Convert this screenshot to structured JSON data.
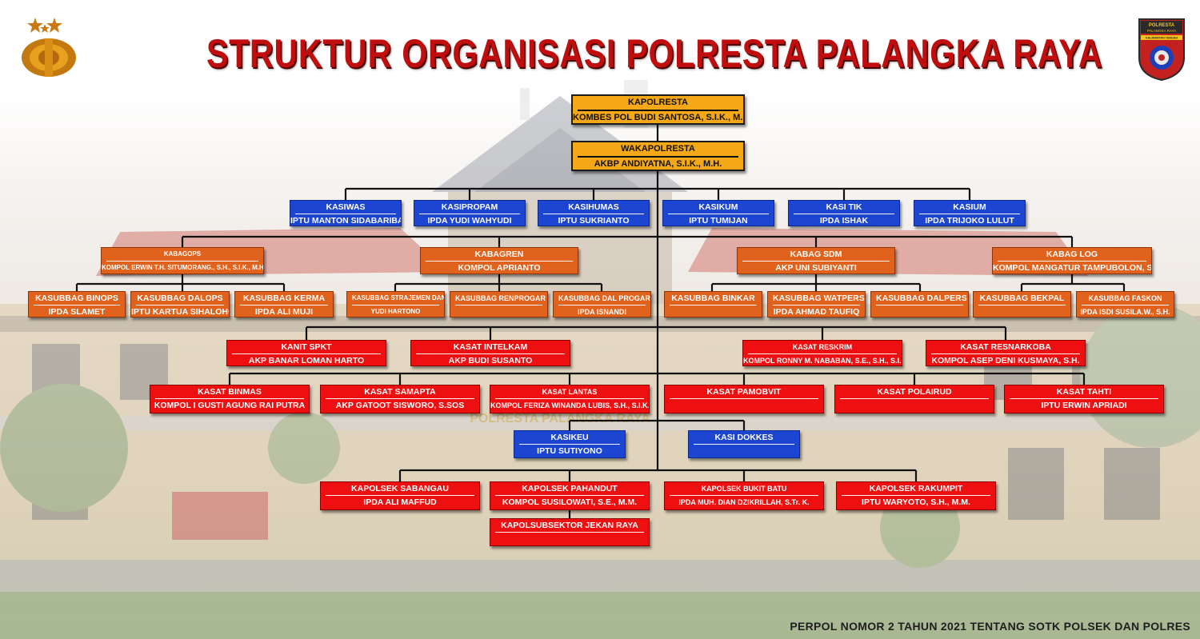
{
  "title": "STRUKTUR ORGANISASI POLRESTA PALANGKA RAYA",
  "footer": "PERPOL NOMOR 2 TAHUN 2021 TENTANG SOTK POLSEK DAN POLRES",
  "badge_text": {
    "top": "POLRESTA",
    "mid": "PALANGKA RAYA",
    "bottom": "KALIMANTAN TENGAH"
  },
  "background_text": "POLRESTA PALANGKA RAYA",
  "colors": {
    "title": "#c00d0d",
    "blue": "#1c45d1",
    "orange": "#e0621c",
    "red": "#ee1010",
    "gold": "#f4a818",
    "line": "#111111"
  },
  "nodes": {
    "kapolresta": {
      "role": "KAPOLRESTA",
      "name": "KOMBES POL BUDI SANTOSA, S.I.K., M.H."
    },
    "wakapolresta": {
      "role": "WAKAPOLRESTA",
      "name": "AKBP ANDIYATNA, S.I.K., M.H."
    },
    "kasiwas": {
      "role": "KASIWAS",
      "name": "IPTU MANTON SIDABARIBA"
    },
    "kasipropam": {
      "role": "KASIPROPAM",
      "name": "IPDA YUDI WAHYUDI"
    },
    "kasihumas": {
      "role": "KASIHUMAS",
      "name": "IPTU SUKRIANTO"
    },
    "kasikum": {
      "role": "KASIKUM",
      "name": "IPTU TUMIJAN"
    },
    "kasitik": {
      "role": "KASI TIK",
      "name": "IPDA ISHAK"
    },
    "kasium": {
      "role": "KASIUM",
      "name": "IPDA TRIJOKO LULUT"
    },
    "kabagops": {
      "role": "KABAGOPS",
      "name": "KOMPOL ERWIN T.H. SITUMORANG., S.H., S.I.K., M.H."
    },
    "kabagren": {
      "role": "KABAGREN",
      "name": "KOMPOL APRIANTO"
    },
    "kabagsdm": {
      "role": "KABAG SDM",
      "name": "AKP UNI SUBIYANTI"
    },
    "kabaglog": {
      "role": "KABAG LOG",
      "name": "KOMPOL MANGATUR TAMPUBOLON, S.H."
    },
    "binops": {
      "role": "KASUBBAG BINOPS",
      "name": "IPDA SLAMET"
    },
    "dalops": {
      "role": "KASUBBAG DALOPS",
      "name": "IPTU KARTUA SIHALOHO"
    },
    "kerma": {
      "role": "KASUBBAG KERMA",
      "name": "IPDA ALI MUJI"
    },
    "strajemen": {
      "role": "KASUBBAG STRAJEMEN DAN RB",
      "name": "YUDI HARTONO"
    },
    "renprogar": {
      "role": "KASUBBAG RENPROGAR",
      "name": ""
    },
    "dalprogar": {
      "role": "KASUBBAG DAL PROGAR",
      "name": "IPDA ISNANDI"
    },
    "binkar": {
      "role": "KASUBBAG BINKAR",
      "name": ""
    },
    "watpers": {
      "role": "KASUBBAG WATPERS",
      "name": "IPDA AHMAD TAUFIQ"
    },
    "dalpers": {
      "role": "KASUBBAG DALPERS",
      "name": ""
    },
    "bekpal": {
      "role": "KASUBBAG BEKPAL",
      "name": ""
    },
    "faskon": {
      "role": "KASUBBAG FASKON",
      "name": "IPDA ISDI SUSILA.W., S.H."
    },
    "spkt": {
      "role": "KANIT SPKT",
      "name": "AKP BANAR LOMAN HARTO"
    },
    "intelkam": {
      "role": "KASAT INTELKAM",
      "name": "AKP BUDI SUSANTO"
    },
    "reskrim": {
      "role": "KASAT RESKRIM",
      "name": "KOMPOL RONNY M. NABABAN, S.E., S.H., S.I.K."
    },
    "resnarkoba": {
      "role": "KASAT RESNARKOBA",
      "name": "KOMPOL ASEP DENI KUSMAYA, S.H."
    },
    "binmas": {
      "role": "KASAT BINMAS",
      "name": "KOMPOL I GUSTI AGUNG RAI PUTRA"
    },
    "samapta": {
      "role": "KASAT SAMAPTA",
      "name": "AKP GATOOT SISWORO, S.SOS"
    },
    "lantas": {
      "role": "KASAT LANTAS",
      "name": "KOMPOL FERIZA WINANDA LUBIS, S.H., S.I.K."
    },
    "pamobvit": {
      "role": "KASAT PAMOBVIT",
      "name": ""
    },
    "polairud": {
      "role": "KASAT POLAIRUD",
      "name": ""
    },
    "tahti": {
      "role": "KASAT TAHTI",
      "name": "IPTU ERWIN APRIADI"
    },
    "kasikeu": {
      "role": "KASIKEU",
      "name": "IPTU SUTIYONO"
    },
    "kasidokkes": {
      "role": "KASI DOKKES",
      "name": ""
    },
    "sabangau": {
      "role": "KAPOLSEK SABANGAU",
      "name": "IPDA ALI MAFFUD"
    },
    "pahandut": {
      "role": "KAPOLSEK PAHANDUT",
      "name": "KOMPOL SUSILOWATI, S.E., M.M."
    },
    "bukitbatu": {
      "role": "KAPOLSEK BUKIT BATU",
      "name": "IPDA MUH. DIAN DZIKRILLAH, S.Tr. K."
    },
    "rakumpit": {
      "role": "KAPOLSEK RAKUMPIT",
      "name": "IPTU WARYOTO, S.H., M.M."
    },
    "jekanraya": {
      "role": "KAPOLSUBSEKTOR JEKAN RAYA",
      "name": ""
    }
  }
}
